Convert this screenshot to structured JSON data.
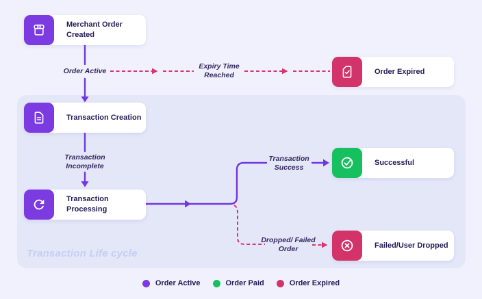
{
  "diagram": {
    "watermark": "Transaction Life cycle",
    "nodes": {
      "merchant": {
        "label": "Merchant Order Created",
        "icon_color": "#7b3be0"
      },
      "creation": {
        "label": "Transaction Creation",
        "icon_color": "#7b3be0"
      },
      "processing": {
        "label": "Transaction Processing",
        "icon_color": "#7b3be0"
      },
      "expired": {
        "label": "Order Expired",
        "icon_color": "#d23369"
      },
      "successful": {
        "label": "Successful",
        "icon_color": "#17c05f"
      },
      "failed": {
        "label": "Failed/User Dropped",
        "icon_color": "#d23369"
      }
    },
    "edge_labels": {
      "order_active": "Order Active",
      "expiry": "Expiry Time Reached",
      "incomplete": "Transaction Incomplete",
      "success": "Transaction Success",
      "dropped": "Dropped/ Failed Order"
    },
    "legend": {
      "items": [
        {
          "label": "Order Active",
          "color": "#7b3be0"
        },
        {
          "label": "Order Paid",
          "color": "#17c05f"
        },
        {
          "label": "Order Expired",
          "color": "#d23369"
        }
      ]
    },
    "colors": {
      "flow_purple": "#7138df",
      "flow_pink": "#d8356f",
      "outer_bg": "#f0f1fc",
      "inner_bg": "#e4e7f8"
    }
  }
}
